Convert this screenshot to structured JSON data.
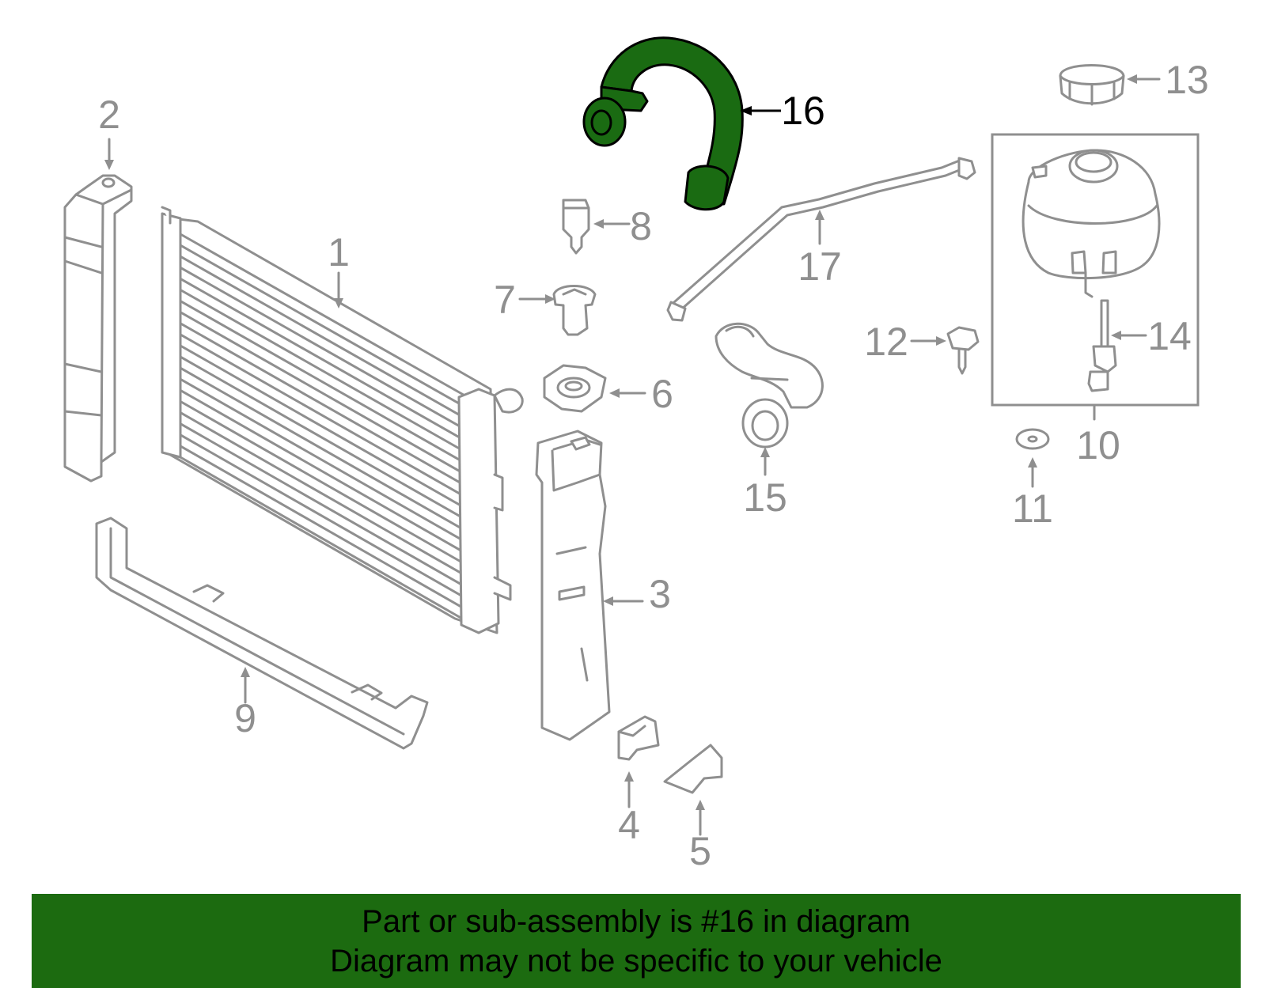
{
  "callouts": {
    "c1": "1",
    "c2": "2",
    "c3": "3",
    "c4": "4",
    "c5": "5",
    "c6": "6",
    "c7": "7",
    "c8": "8",
    "c9": "9",
    "c10": "10",
    "c11": "11",
    "c12": "12",
    "c13": "13",
    "c14": "14",
    "c15": "15",
    "c16": "16",
    "c17": "17"
  },
  "highlighted_part": "16",
  "colors": {
    "highlight_fill": "#1a6b12",
    "banner_background": "#1c6b10",
    "part_outline": "#8f8f8f"
  },
  "banner": {
    "line1": "Part or sub-assembly is #16 in diagram",
    "line2": "Diagram may not be specific to your vehicle"
  }
}
